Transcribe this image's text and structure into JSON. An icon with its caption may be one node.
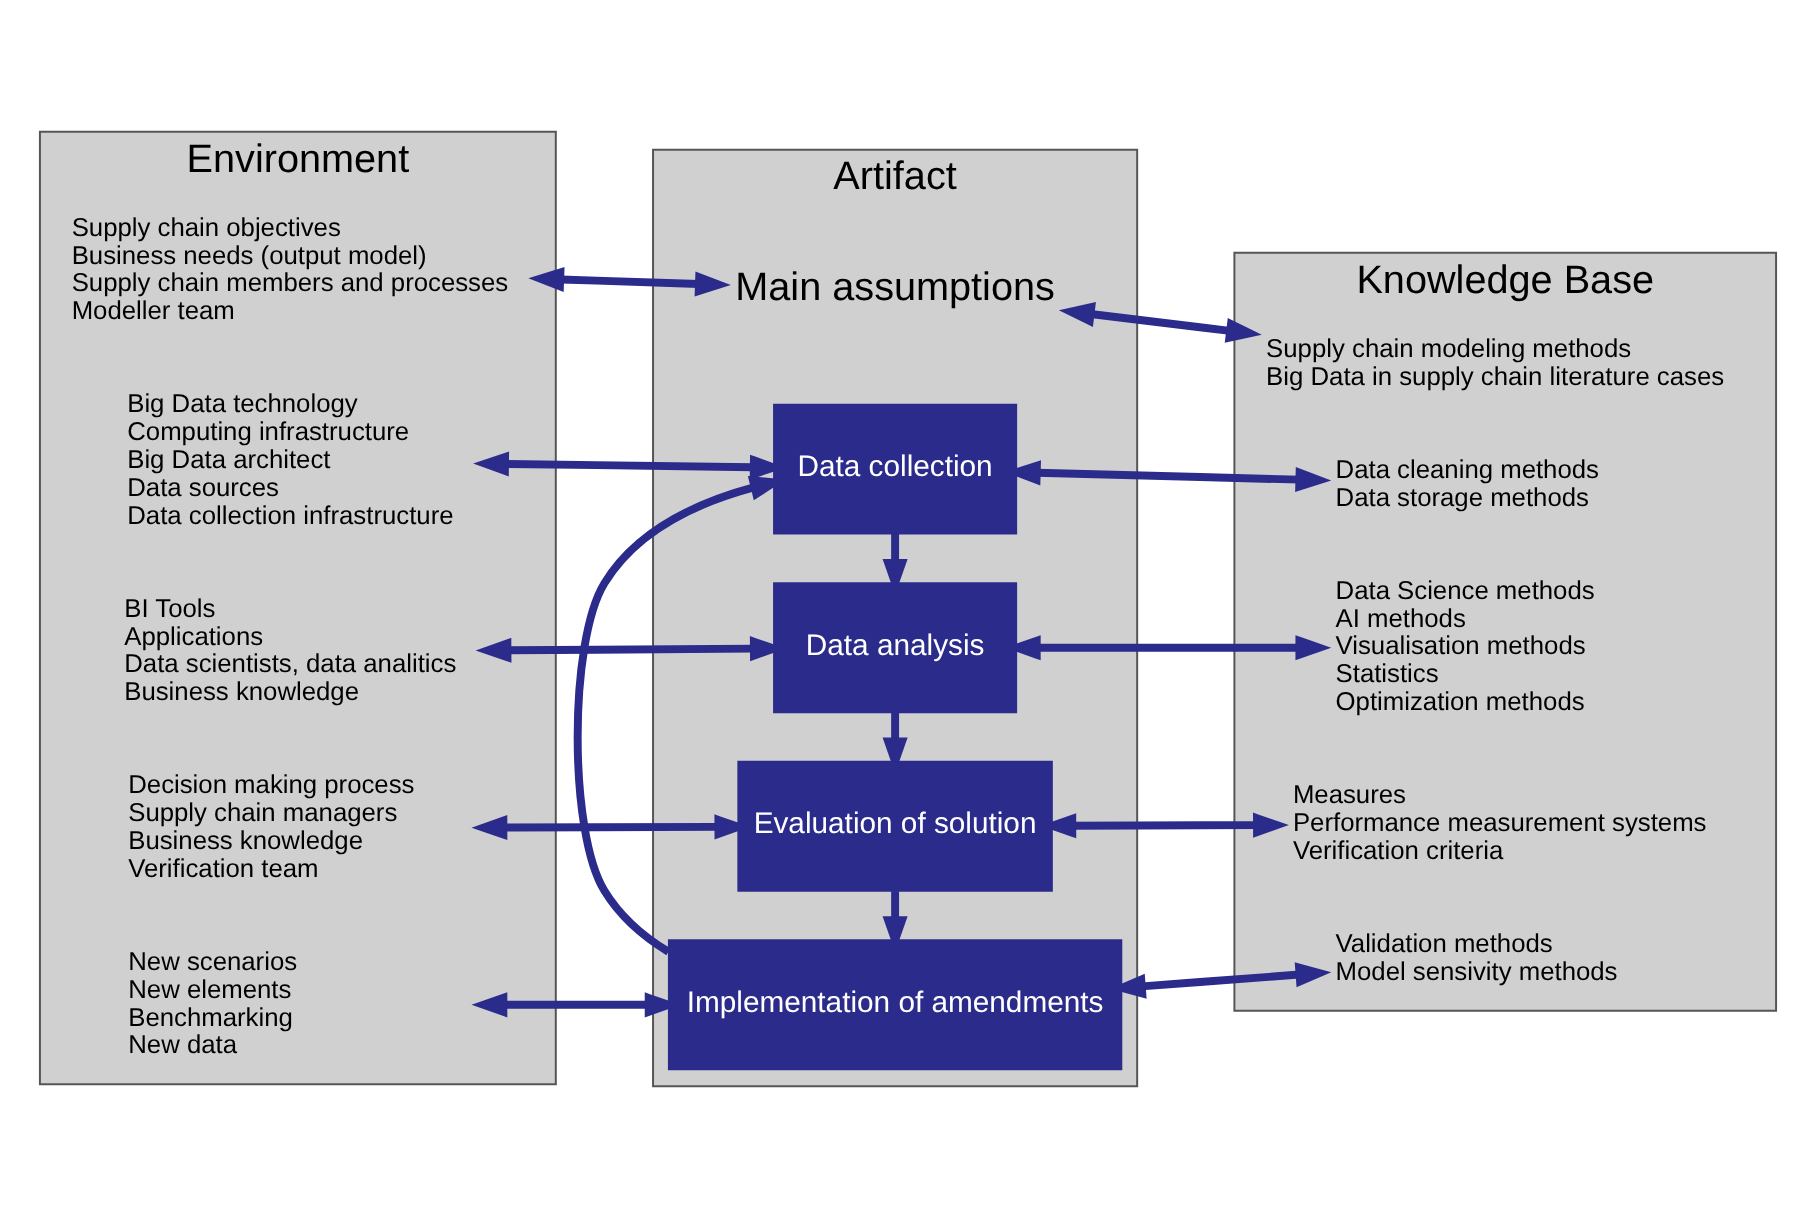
{
  "diagram": {
    "nodes": [
      {
        "text": [
          "Environment"
        ]
      },
      {
        "text": [
          "Supply chain objectives",
          "Business needs (output model)",
          "Supply chain members and processes",
          "Modeller team"
        ],
        "in": 0
      },
      {
        "text": [
          "Big Data technology",
          "Computing infrastructure",
          "Big Data architect",
          "Data sources",
          "Data collection infrastructure"
        ],
        "in": 0
      },
      {
        "text": [
          "BI Tools",
          "Applications",
          "Data scientists, data analitics",
          "Business knowledge"
        ],
        "in": 0
      },
      {
        "text": [
          "Decision making process",
          "Supply chain managers",
          "Business knowledge",
          "Verification team"
        ],
        "in": 0
      },
      {
        "text": [
          "New scenarios",
          "New elements",
          "Benchmarking",
          "New data"
        ],
        "in": 0
      },
      {
        "text": [
          "Artifact"
        ]
      },
      {
        "text": [
          "Main assumptions"
        ],
        "in": 6
      },
      {
        "text": [
          "Data collection"
        ],
        "in": 6
      },
      {
        "text": [
          "Data analysis"
        ],
        "in": 6
      },
      {
        "text": [
          "Evaluation of solution"
        ],
        "in": 6
      },
      {
        "text": [
          "Implementation of amendments"
        ],
        "in": 6
      },
      {
        "text": [
          "Knowledge Base"
        ]
      },
      {
        "text": [
          "Supply chain modeling methods",
          "Big Data in supply chain literature cases"
        ],
        "in": 12
      },
      {
        "text": [
          "Data cleaning methods",
          "Data storage methods"
        ],
        "in": 12
      },
      {
        "text": [
          "Data Science methods",
          "AI methods",
          "Visualisation methods",
          "Statistics",
          "Optimization methods"
        ],
        "in": 12
      },
      {
        "text": [
          "Measures",
          "Performance measurement systems",
          "Verification criteria"
        ],
        "in": 12
      },
      {
        "text": [
          "Validation methods",
          "Model sensivity methods"
        ],
        "in": 12
      }
    ],
    "edges": [
      {
        "from": 1,
        "to": 7,
        "arrow": "both"
      },
      {
        "from": 2,
        "to": 8,
        "arrow": "both"
      },
      {
        "from": 3,
        "to": 9,
        "arrow": "both"
      },
      {
        "from": 4,
        "to": 10,
        "arrow": "both"
      },
      {
        "from": 5,
        "to": 11,
        "arrow": "both"
      },
      {
        "from": 7,
        "to": 13,
        "arrow": "both"
      },
      {
        "from": 8,
        "to": 14,
        "arrow": "both"
      },
      {
        "from": 9,
        "to": 15,
        "arrow": "both"
      },
      {
        "from": 10,
        "to": 16,
        "arrow": "both"
      },
      {
        "from": 11,
        "to": 17,
        "arrow": "both"
      },
      {
        "from": 8,
        "to": 9,
        "arrow": "to"
      },
      {
        "from": 9,
        "to": 10,
        "arrow": "to"
      },
      {
        "from": 10,
        "to": 11,
        "arrow": "to"
      },
      {
        "from": 11,
        "to": 8,
        "arrow": "to"
      }
    ]
  }
}
